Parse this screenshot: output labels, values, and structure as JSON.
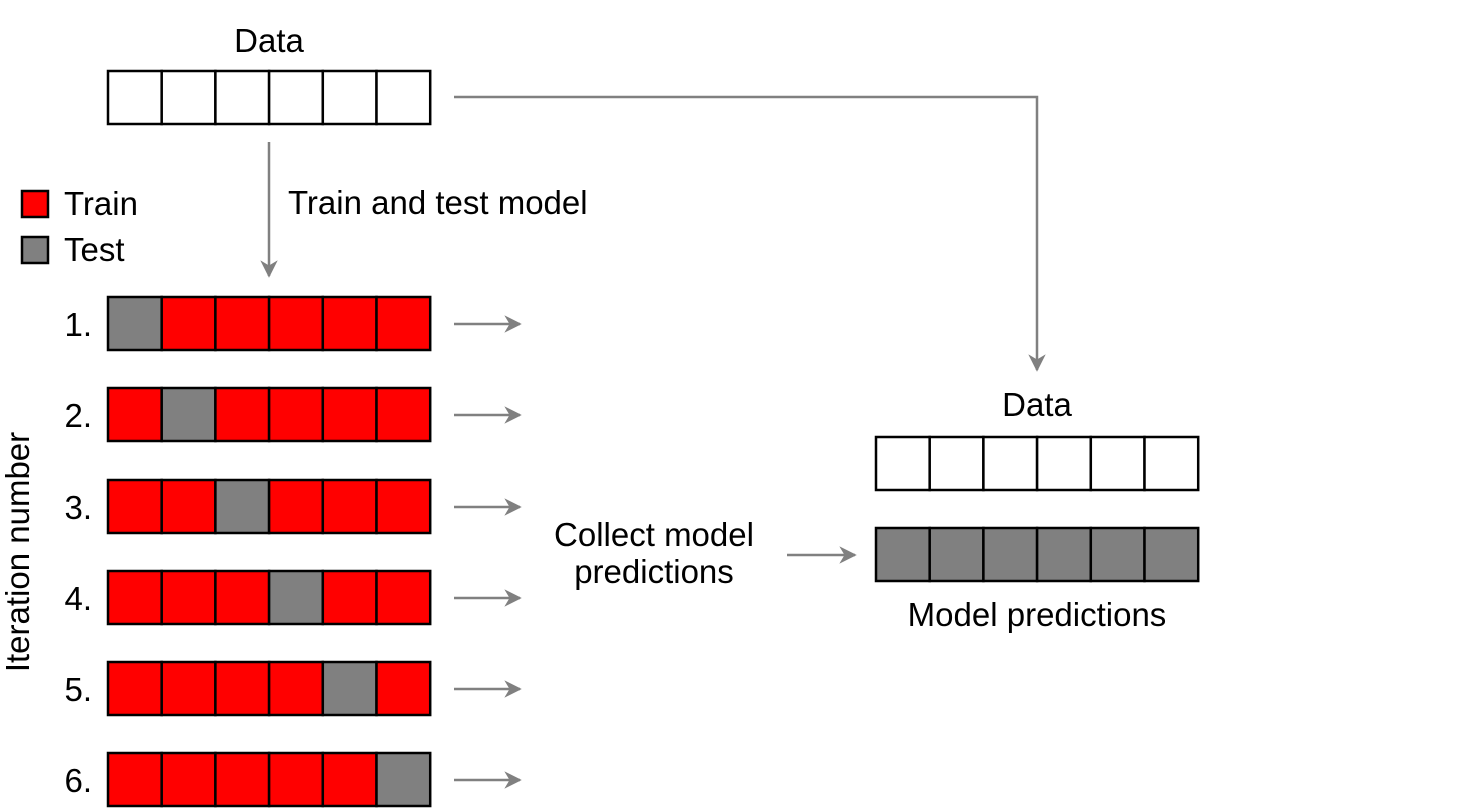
{
  "colors": {
    "train": "#ff0000",
    "test": "#808080",
    "data": "#ffffff",
    "arrow": "#808080"
  },
  "top_data": {
    "title": "Data",
    "cell_count": 6
  },
  "split_label": "Train and test model",
  "legend": {
    "train_label": "Train",
    "test_label": "Test"
  },
  "y_axis_label": "Iteration number",
  "iterations": [
    {
      "label": "1.",
      "test_index": 0
    },
    {
      "label": "2.",
      "test_index": 1
    },
    {
      "label": "3.",
      "test_index": 2
    },
    {
      "label": "4.",
      "test_index": 3
    },
    {
      "label": "5.",
      "test_index": 4
    },
    {
      "label": "6.",
      "test_index": 5
    }
  ],
  "collect_label": {
    "line1": "Collect model",
    "line2": "predictions"
  },
  "result": {
    "data_title": "Data",
    "predictions_label": "Model predictions",
    "cell_count": 6
  }
}
